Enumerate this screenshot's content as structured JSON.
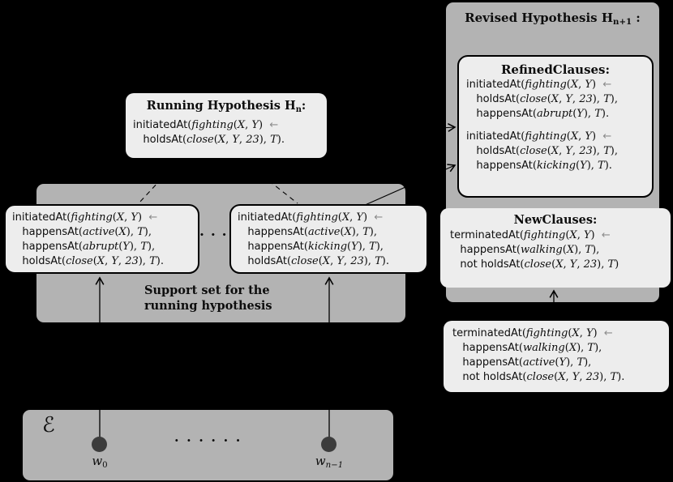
{
  "palette": {
    "background": "#000000",
    "gray_box": "#b3b3b3",
    "light_box": "#ededed",
    "border": "#000000",
    "arrow": "#8c8c8c",
    "dot": "#3c3c3c",
    "text": "#0d0d0d"
  },
  "revised_box": {
    "title": [
      [
        "bf",
        "Revised Hypothesis H"
      ],
      [
        "sbb",
        "n+1"
      ],
      [
        "bf",
        " :"
      ]
    ],
    "refined": {
      "title": [
        [
          "bf",
          "RefinedClauses:"
        ]
      ],
      "clauses": [
        [
          [
            [
              "sf",
              "initiatedAt"
            ],
            [
              "rm",
              "("
            ],
            [
              "it",
              "fighting"
            ],
            [
              "rm",
              "("
            ],
            [
              "it",
              "X"
            ],
            [
              "rm",
              ", "
            ],
            [
              "it",
              "Y"
            ],
            [
              "rm",
              ")  "
            ],
            [
              "ar",
              "←"
            ]
          ],
          [
            [
              "sf",
              "   holdsAt"
            ],
            [
              "rm",
              "("
            ],
            [
              "it",
              "close"
            ],
            [
              "rm",
              "("
            ],
            [
              "it",
              "X"
            ],
            [
              "rm",
              ", "
            ],
            [
              "it",
              "Y"
            ],
            [
              "rm",
              ", "
            ],
            [
              "it",
              "23"
            ],
            [
              "rm",
              "), "
            ],
            [
              "it",
              "T"
            ],
            [
              "rm",
              "),"
            ]
          ],
          [
            [
              "sf",
              "   happensAt"
            ],
            [
              "rm",
              "("
            ],
            [
              "it",
              "abrupt"
            ],
            [
              "rm",
              "("
            ],
            [
              "it",
              "Y"
            ],
            [
              "rm",
              "), "
            ],
            [
              "it",
              "T"
            ],
            [
              "rm",
              ")."
            ]
          ]
        ],
        [
          [
            [
              "sf",
              "initiatedAt"
            ],
            [
              "rm",
              "("
            ],
            [
              "it",
              "fighting"
            ],
            [
              "rm",
              "("
            ],
            [
              "it",
              "X"
            ],
            [
              "rm",
              ", "
            ],
            [
              "it",
              "Y"
            ],
            [
              "rm",
              ")  "
            ],
            [
              "ar",
              "←"
            ]
          ],
          [
            [
              "sf",
              "   holdsAt"
            ],
            [
              "rm",
              "("
            ],
            [
              "it",
              "close"
            ],
            [
              "rm",
              "("
            ],
            [
              "it",
              "X"
            ],
            [
              "rm",
              ", "
            ],
            [
              "it",
              "Y"
            ],
            [
              "rm",
              ", "
            ],
            [
              "it",
              "23"
            ],
            [
              "rm",
              "), "
            ],
            [
              "it",
              "T"
            ],
            [
              "rm",
              "),"
            ]
          ],
          [
            [
              "sf",
              "   happensAt"
            ],
            [
              "rm",
              "("
            ],
            [
              "it",
              "kicking"
            ],
            [
              "rm",
              "("
            ],
            [
              "it",
              "Y"
            ],
            [
              "rm",
              "), "
            ],
            [
              "it",
              "T"
            ],
            [
              "rm",
              ")."
            ]
          ]
        ]
      ]
    },
    "newclauses": {
      "title": [
        [
          "bf",
          "NewClauses:"
        ]
      ],
      "clauses": [
        [
          [
            [
              "sf",
              "terminatedAt"
            ],
            [
              "rm",
              "("
            ],
            [
              "it",
              "fighting"
            ],
            [
              "rm",
              "("
            ],
            [
              "it",
              "X"
            ],
            [
              "rm",
              ", "
            ],
            [
              "it",
              "Y"
            ],
            [
              "rm",
              ")  "
            ],
            [
              "ar",
              "←"
            ]
          ],
          [
            [
              "sf",
              "   happensAt"
            ],
            [
              "rm",
              "("
            ],
            [
              "it",
              "walking"
            ],
            [
              "rm",
              "("
            ],
            [
              "it",
              "X"
            ],
            [
              "rm",
              "), "
            ],
            [
              "it",
              "T"
            ],
            [
              "rm",
              "),"
            ]
          ],
          [
            [
              "sf",
              "   not holdsAt"
            ],
            [
              "rm",
              "("
            ],
            [
              "it",
              "close"
            ],
            [
              "rm",
              "("
            ],
            [
              "it",
              "X"
            ],
            [
              "rm",
              ", "
            ],
            [
              "it",
              "Y"
            ],
            [
              "rm",
              ", "
            ],
            [
              "it",
              "23"
            ],
            [
              "rm",
              "), "
            ],
            [
              "it",
              "T"
            ],
            [
              "rm",
              ")"
            ]
          ]
        ]
      ]
    }
  },
  "running_box": {
    "title": [
      [
        "bf",
        "Running Hypothesis H"
      ],
      [
        "sbb",
        "n"
      ],
      [
        "bf",
        ":"
      ]
    ],
    "clauses": [
      [
        [
          [
            "sf",
            "initiatedAt"
          ],
          [
            "rm",
            "("
          ],
          [
            "it",
            "fighting"
          ],
          [
            "rm",
            "("
          ],
          [
            "it",
            "X"
          ],
          [
            "rm",
            ", "
          ],
          [
            "it",
            "Y"
          ],
          [
            "rm",
            ")  "
          ],
          [
            "ar",
            "←"
          ]
        ],
        [
          [
            "sf",
            "   holdsAt"
          ],
          [
            "rm",
            "("
          ],
          [
            "it",
            "close"
          ],
          [
            "rm",
            "("
          ],
          [
            "it",
            "X"
          ],
          [
            "rm",
            ", "
          ],
          [
            "it",
            "Y"
          ],
          [
            "rm",
            ", "
          ],
          [
            "it",
            "23"
          ],
          [
            "rm",
            "), "
          ],
          [
            "it",
            "T"
          ],
          [
            "rm",
            ")."
          ]
        ]
      ]
    ]
  },
  "support_box": {
    "label_line1": "Support set for the",
    "label_line2": "running hypothesis",
    "dots": ". . .",
    "left_clause": {
      "clauses": [
        [
          [
            [
              "sf",
              "initiatedAt"
            ],
            [
              "rm",
              "("
            ],
            [
              "it",
              "fighting"
            ],
            [
              "rm",
              "("
            ],
            [
              "it",
              "X"
            ],
            [
              "rm",
              ", "
            ],
            [
              "it",
              "Y"
            ],
            [
              "rm",
              ")  "
            ],
            [
              "ar",
              "←"
            ]
          ],
          [
            [
              "sf",
              "   happensAt"
            ],
            [
              "rm",
              "("
            ],
            [
              "it",
              "active"
            ],
            [
              "rm",
              "("
            ],
            [
              "it",
              "X"
            ],
            [
              "rm",
              "), "
            ],
            [
              "it",
              "T"
            ],
            [
              "rm",
              "),"
            ]
          ],
          [
            [
              "sf",
              "   happensAt"
            ],
            [
              "rm",
              "("
            ],
            [
              "it",
              "abrupt"
            ],
            [
              "rm",
              "("
            ],
            [
              "it",
              "Y"
            ],
            [
              "rm",
              "), "
            ],
            [
              "it",
              "T"
            ],
            [
              "rm",
              "),"
            ]
          ],
          [
            [
              "sf",
              "   holdsAt"
            ],
            [
              "rm",
              "("
            ],
            [
              "it",
              "close"
            ],
            [
              "rm",
              "("
            ],
            [
              "it",
              "X"
            ],
            [
              "rm",
              ", "
            ],
            [
              "it",
              "Y"
            ],
            [
              "rm",
              ", "
            ],
            [
              "it",
              "23"
            ],
            [
              "rm",
              "), "
            ],
            [
              "it",
              "T"
            ],
            [
              "rm",
              ")."
            ]
          ]
        ]
      ]
    },
    "right_clause": {
      "clauses": [
        [
          [
            [
              "sf",
              "initiatedAt"
            ],
            [
              "rm",
              "("
            ],
            [
              "it",
              "fighting"
            ],
            [
              "rm",
              "("
            ],
            [
              "it",
              "X"
            ],
            [
              "rm",
              ", "
            ],
            [
              "it",
              "Y"
            ],
            [
              "rm",
              ")  "
            ],
            [
              "ar",
              "←"
            ]
          ],
          [
            [
              "sf",
              "   happensAt"
            ],
            [
              "rm",
              "("
            ],
            [
              "it",
              "active"
            ],
            [
              "rm",
              "("
            ],
            [
              "it",
              "X"
            ],
            [
              "rm",
              "), "
            ],
            [
              "it",
              "T"
            ],
            [
              "rm",
              "),"
            ]
          ],
          [
            [
              "sf",
              "   happensAt"
            ],
            [
              "rm",
              "("
            ],
            [
              "it",
              "kicking"
            ],
            [
              "rm",
              "("
            ],
            [
              "it",
              "Y"
            ],
            [
              "rm",
              "), "
            ],
            [
              "it",
              "T"
            ],
            [
              "rm",
              "),"
            ]
          ],
          [
            [
              "sf",
              "   holdsAt"
            ],
            [
              "rm",
              "("
            ],
            [
              "it",
              "close"
            ],
            [
              "rm",
              "("
            ],
            [
              "it",
              "X"
            ],
            [
              "rm",
              ", "
            ],
            [
              "it",
              "Y"
            ],
            [
              "rm",
              ", "
            ],
            [
              "it",
              "23"
            ],
            [
              "rm",
              "), "
            ],
            [
              "it",
              "T"
            ],
            [
              "rm",
              ")."
            ]
          ]
        ]
      ]
    }
  },
  "terminated_box": {
    "clauses": [
      [
        [
          [
            "sf",
            "terminatedAt"
          ],
          [
            "rm",
            "("
          ],
          [
            "it",
            "fighting"
          ],
          [
            "rm",
            "("
          ],
          [
            "it",
            "X"
          ],
          [
            "rm",
            ", "
          ],
          [
            "it",
            "Y"
          ],
          [
            "rm",
            ")  "
          ],
          [
            "ar",
            "←"
          ]
        ],
        [
          [
            "sf",
            "   happensAt"
          ],
          [
            "rm",
            "("
          ],
          [
            "it",
            "walking"
          ],
          [
            "rm",
            "("
          ],
          [
            "it",
            "X"
          ],
          [
            "rm",
            "), "
          ],
          [
            "it",
            "T"
          ],
          [
            "rm",
            "),"
          ]
        ],
        [
          [
            "sf",
            "   happensAt"
          ],
          [
            "rm",
            "("
          ],
          [
            "it",
            "active"
          ],
          [
            "rm",
            "("
          ],
          [
            "it",
            "Y"
          ],
          [
            "rm",
            "), "
          ],
          [
            "it",
            "T"
          ],
          [
            "rm",
            "),"
          ]
        ],
        [
          [
            "sf",
            "   not holdsAt"
          ],
          [
            "rm",
            "("
          ],
          [
            "it",
            "close"
          ],
          [
            "rm",
            "("
          ],
          [
            "it",
            "X"
          ],
          [
            "rm",
            ", "
          ],
          [
            "it",
            "Y"
          ],
          [
            "rm",
            ", "
          ],
          [
            "it",
            "23"
          ],
          [
            "rm",
            "), "
          ],
          [
            "it",
            "T"
          ],
          [
            "rm",
            ")."
          ]
        ]
      ]
    ]
  },
  "timeline": {
    "label": "ℰ",
    "dots": ". . . . . .",
    "w0": [
      [
        "it",
        "w"
      ],
      [
        "sb",
        "0"
      ]
    ],
    "wn1": [
      [
        "it",
        "w"
      ],
      [
        "si",
        "n−1"
      ]
    ]
  }
}
